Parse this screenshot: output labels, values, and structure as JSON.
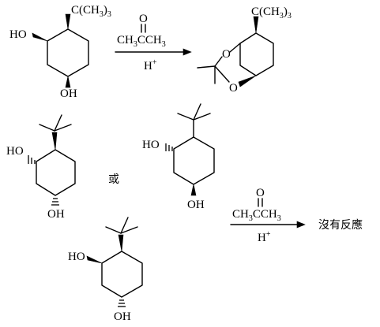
{
  "reaction1": {
    "reactant_tbu": "C(CH",
    "reactant_tbu_sub": "3",
    "reactant_tbu_tail": ")",
    "reactant_tbu_sub2": "3",
    "reactant_oh_top": "HO",
    "reactant_oh_bottom": "OH",
    "reagent_carbonyl_o": "O",
    "reagent_formula_a": "CH",
    "reagent_formula_sub1": "3",
    "reagent_formula_b": "CCH",
    "reagent_formula_sub2": "3",
    "catalyst": "H",
    "catalyst_sup": "+",
    "product_tbu": "C(CH",
    "product_tbu_sub": "3",
    "product_tbu_tail": ")",
    "product_tbu_sub2": "3",
    "product_o_top": "O",
    "product_o_bottom": "O"
  },
  "reaction2": {
    "isomerA_oh_top": "HO",
    "isomerA_oh_bottom": "OH",
    "conjunction": "或",
    "isomerB_oh_top": "HO",
    "isomerB_oh_bottom": "OH",
    "isomerC_oh_top": "HO",
    "isomerC_oh_bottom": "OH",
    "reagent_carbonyl_o": "O",
    "reagent_formula_a": "CH",
    "reagent_formula_sub1": "3",
    "reagent_formula_b": "CCH",
    "reagent_formula_sub2": "3",
    "catalyst": "H",
    "catalyst_sup": "+",
    "result": "沒有反應"
  }
}
